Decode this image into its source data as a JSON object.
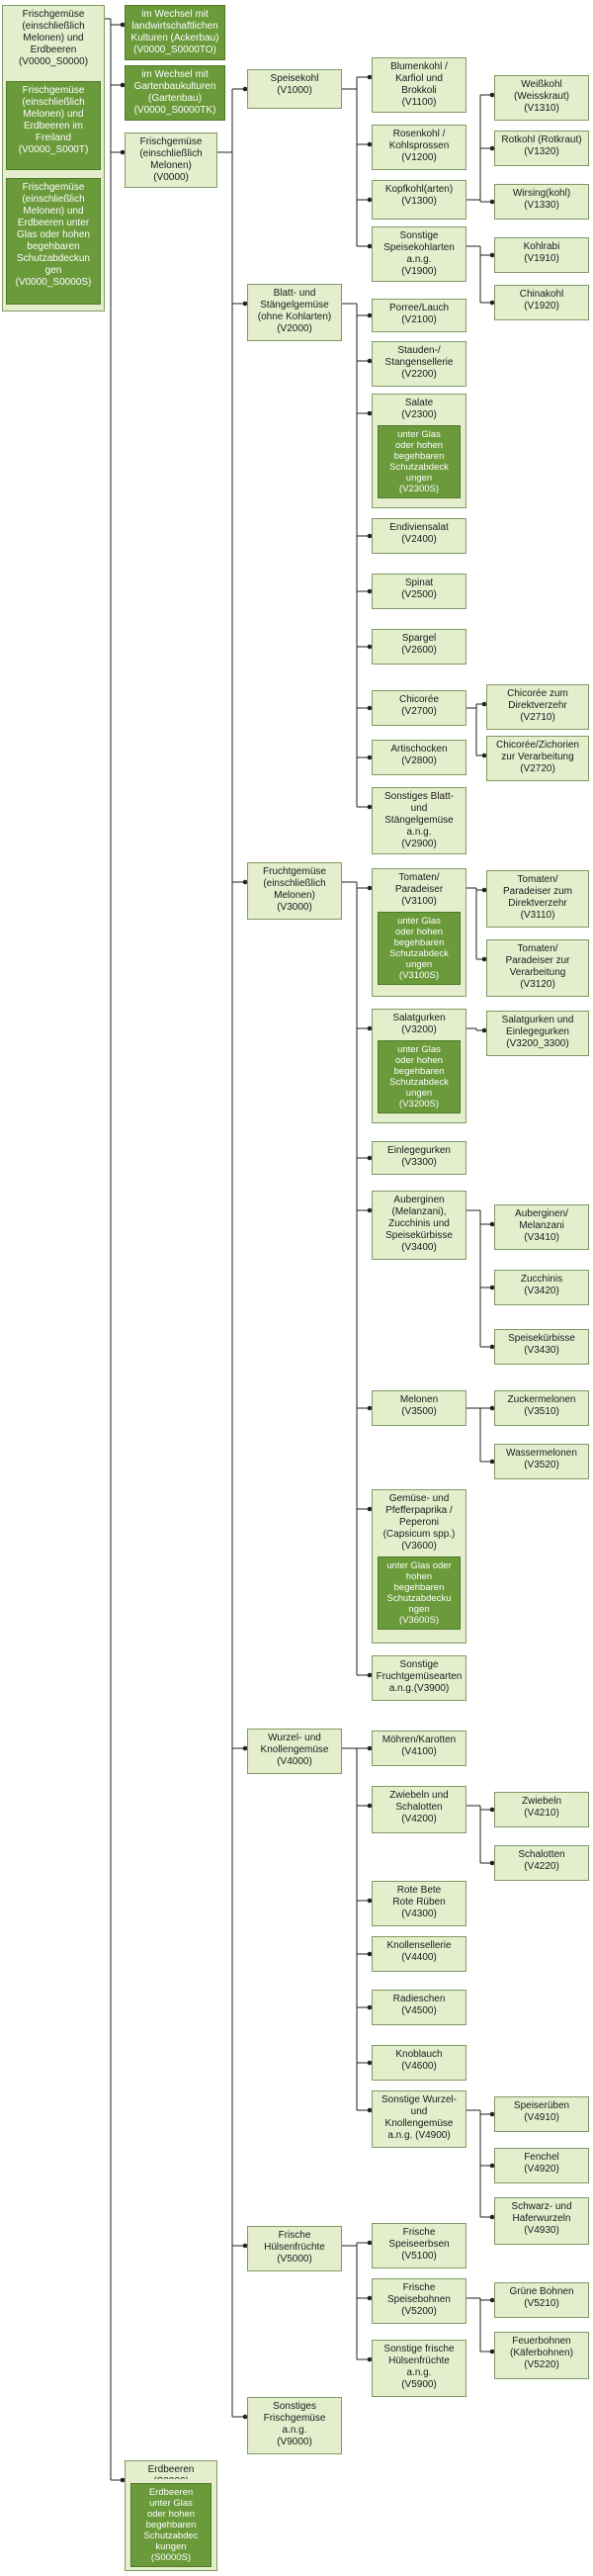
{
  "colors": {
    "box_fill": "#e4eecd",
    "box_border": "#7f9a62",
    "accent_fill": "#6a9a3a",
    "line": "#222222"
  },
  "nodes": {
    "root": {
      "label": "Frischgemüse\n(einschließlich\nMelonen) und\nErdbeeren\n(V0000_S0000)"
    },
    "root_freiland": {
      "label": "Frischgemüse\n(einschließlich\nMelonen) und\nErdbeeren im\nFreiland\n(V0000_S000T)"
    },
    "root_glas": {
      "label": "Frischgemüse\n(einschließlich\nMelonen) und\nErdbeeren unter\nGlas oder hohen\nbegehbaren\nSchutzabdeckun\ngen\n(V0000_S0000S)"
    },
    "wechsel_acker": {
      "label": "im Wechsel mit\nlandwirtschaftlichen\nKulturen (Ackerbau)\n(V0000_S0000TO)"
    },
    "wechsel_garten": {
      "label": "im Wechsel mit\nGartenbaukulturen\n(Gartenbau)\n(V0000_S0000TK)"
    },
    "v0000": {
      "label": "Frischgemüse\n(einschließlich\nMelonen)\n(V0000)"
    },
    "s0000": {
      "label": "Erdbeeren\n(S0000)",
      "sub": "Erdbeeren\nunter Glas\noder hohen\nbegehbaren\nSchutzabdec\nkungen\n(S0000S)"
    },
    "v1000": {
      "label": "Speisekohl\n(V1000)"
    },
    "v2000": {
      "label": "Blatt- und\nStängelgemüse\n(ohne Kohlarten)\n(V2000)"
    },
    "v3000": {
      "label": "Fruchtgemüse\n(einschließlich\nMelonen)\n(V3000)"
    },
    "v4000": {
      "label": "Wurzel- und\nKnollengemüse\n(V4000)"
    },
    "v5000": {
      "label": "Frische\nHülsenfrüchte\n(V5000)"
    },
    "v9000": {
      "label": "Sonstiges\nFrischgemüse\na.n.g.\n(V9000)"
    },
    "v1100": {
      "label": "Blumenkohl /\nKarfiol und\nBrokkoli\n(V1100)"
    },
    "v1200": {
      "label": "Rosenkohl /\nKohlsprossen\n(V1200)"
    },
    "v1300": {
      "label": "Kopfkohl(arten)\n(V1300)"
    },
    "v1900": {
      "label": "Sonstige\nSpeisekohlarten\na.n.g.\n(V1900)"
    },
    "v1310": {
      "label": "Weißkohl\n(Weisskraut)\n(V1310)"
    },
    "v1320": {
      "label": "Rotkohl (Rotkraut)\n(V1320)"
    },
    "v1330": {
      "label": "Wirsing(kohl)\n(V1330)"
    },
    "v1910": {
      "label": "Kohlrabi\n(V1910)"
    },
    "v1920": {
      "label": "Chinakohl\n(V1920)"
    },
    "v2100": {
      "label": "Porree/Lauch\n(V2100)"
    },
    "v2200_stauden": {
      "label": "Stauden-/\nStangensellerie\n(V2200)"
    },
    "v2300": {
      "label": "Salate\n(V2300)",
      "sub": "unter Glas\noder hohen\nbegehbaren\nSchutzabdeck\nungen\n(V2300S)"
    },
    "v2400": {
      "label": "Endiviensalat\n(V2400)"
    },
    "v2500": {
      "label": "Spinat\n(V2500)"
    },
    "v2600": {
      "label": "Spargel\n(V2600)"
    },
    "v2700": {
      "label": "Chicorée\n(V2700)"
    },
    "v2710": {
      "label": "Chicorée zum\nDirektverzehr\n(V2710)"
    },
    "v2720": {
      "label": "Chicorée/Zichorien\nzur Verarbeitung\n(V2720)"
    },
    "v2800": {
      "label": "Artischocken\n(V2800)"
    },
    "v2900": {
      "label": "Sonstiges Blatt-\nund\nStängelgemüse\na.n.g.\n(V2900)"
    },
    "v3100": {
      "label": "Tomaten/\nParadeiser\n(V3100)",
      "sub": "unter Glas\noder hohen\nbegehbaren\nSchutzabdeck\nungen\n(V3100S)"
    },
    "v3110": {
      "label": "Tomaten/\nParadeiser zum\nDirektverzehr\n(V3110)"
    },
    "v3120": {
      "label": "Tomaten/\nParadeiser zur\nVerarbeitung\n(V3120)"
    },
    "v3200": {
      "label": "Salatgurken\n(V3200)",
      "sub": "unter Glas\noder hohen\nbegehbaren\nSchutzabdeck\nungen\n(V3200S)"
    },
    "v3200_3300": {
      "label": "Salatgurken und\nEinlegegurken\n(V3200_3300)"
    },
    "v3300": {
      "label": "Einlegegurken\n(V3300)"
    },
    "v3400": {
      "label": "Auberginen\n(Melanzani),\nZucchinis und\nSpeisekürbisse\n(V3400)"
    },
    "v3410": {
      "label": "Auberginen/\nMelanzani\n(V3410)"
    },
    "v3420": {
      "label": "Zucchinis\n(V3420)"
    },
    "v3430": {
      "label": "Speisekürbisse\n(V3430)"
    },
    "v3500": {
      "label": "Melonen\n(V3500)"
    },
    "v3510": {
      "label": "Zuckermelonen\n(V3510)"
    },
    "v3520": {
      "label": "Wassermelonen\n(V3520)"
    },
    "v3600": {
      "label": "Gemüse- und\nPfefferpaprika /\nPeperoni\n(Capsicum spp.)\n(V3600)",
      "sub": "unter Glas oder\nhohen\nbegehbaren\nSchutzabdecku\nngen\n(V3600S)"
    },
    "v3900": {
      "label": "Sonstige\nFruchtgemüsearten\na.n.g.(V3900)"
    },
    "v4100": {
      "label": "Möhren/Karotten\n(V4100)"
    },
    "v4200": {
      "label": "Zwiebeln und\nSchalotten\n(V4200)"
    },
    "v4210": {
      "label": "Zwiebeln\n(V4210)"
    },
    "v4220": {
      "label": "Schalotten\n(V4220)"
    },
    "v4300": {
      "label": "Rote Bete\nRote Rüben\n(V4300)"
    },
    "v4400": {
      "label": "Knollensellerie\n(V4400)"
    },
    "v4500": {
      "label": "Radieschen\n(V4500)"
    },
    "v4600": {
      "label": "Knoblauch\n(V4600)"
    },
    "v4900": {
      "label": "Sonstige Wurzel-\nund\nKnollengemüse\na.n.g. (V4900)"
    },
    "v4910": {
      "label": "Speiserüben\n(V4910)"
    },
    "v4920": {
      "label": "Fenchel\n(V4920)"
    },
    "v4930": {
      "label": "Schwarz- und\nHaferwurzeln\n(V4930)"
    },
    "v5100": {
      "label": "Frische\nSpeiseerbsen\n(V5100)"
    },
    "v5200": {
      "label": "Frische\nSpeisebohnen\n(V5200)"
    },
    "v5210": {
      "label": "Grüne Bohnen\n(V5210)"
    },
    "v5220": {
      "label": "Feuerbohnen\n(Käferbohnen)\n(V5220)"
    },
    "v5900": {
      "label": "Sonstige frische\nHülsenfrüchte\na.n.g.\n(V5900)"
    }
  }
}
